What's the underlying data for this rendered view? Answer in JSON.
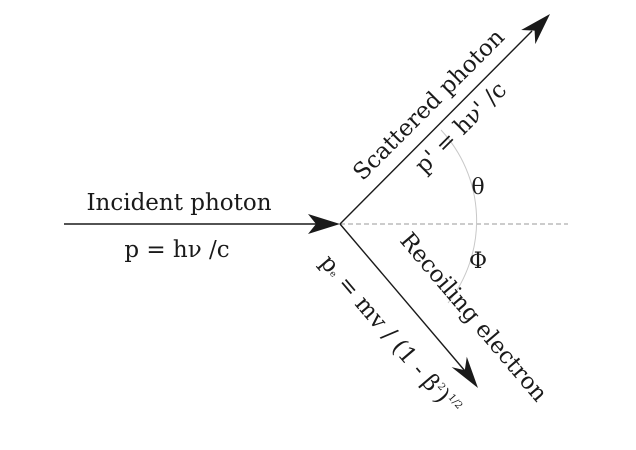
{
  "incident": {
    "title": "Incident photon",
    "formula": "p = hν /c"
  },
  "scattered": {
    "title": "Scattered photon",
    "formula": "p' = hν' /c"
  },
  "recoil": {
    "title": "Recoiling electron",
    "formula_main": "p",
    "formula_sub": "e",
    "formula_mid": " = mv / (1 - β",
    "formula_sup2": "2",
    "formula_close": ")",
    "formula_exp": "1/2"
  },
  "angles": {
    "theta": "θ",
    "phi": "Φ"
  },
  "colors": {
    "ink": "#1a1a1a",
    "axis": "#9a9a9a",
    "arc": "#c8c8c8"
  }
}
